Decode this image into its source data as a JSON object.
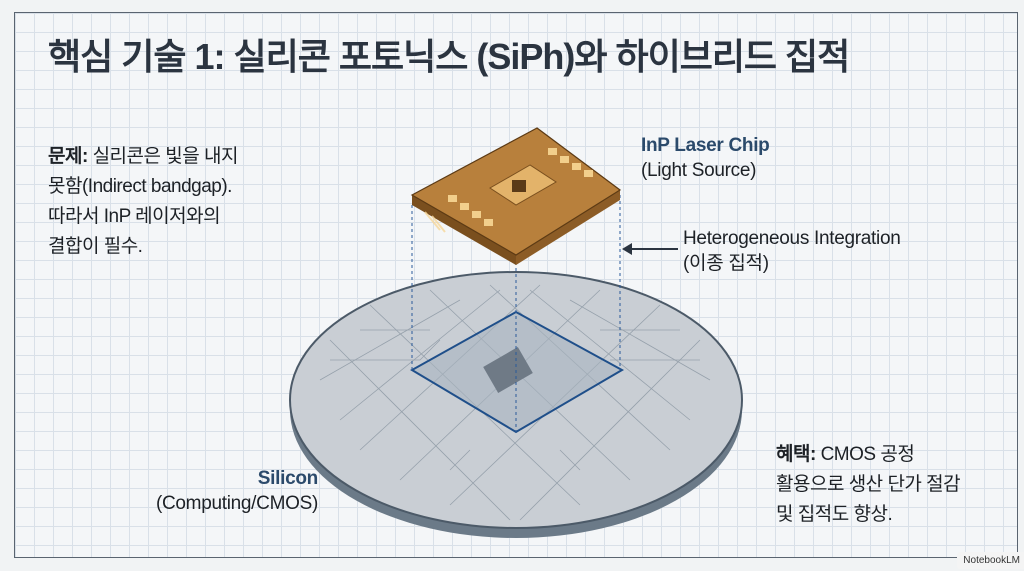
{
  "title": "핵심 기술 1: 실리콘 포토닉스 (SiPh)와 하이브리드 집적",
  "problem": {
    "label": "문제:",
    "lines": [
      "실리콘은 빛을 내지",
      "못함(Indirect bandgap).",
      "따라서 InP 레이저와의",
      "결합이 필수."
    ]
  },
  "laser_chip": {
    "title": "InP Laser Chip",
    "subtitle": "(Light Source)"
  },
  "integration": {
    "title": "Heterogeneous Integration",
    "subtitle": "(이종 집적)"
  },
  "silicon": {
    "title": "Silicon",
    "subtitle": "(Computing/CMOS)"
  },
  "benefit": {
    "label": "혜택:",
    "lines": [
      "CMOS 공정",
      "활용으로 생산 단가 절감",
      "및 집적도 향상."
    ]
  },
  "watermark": "NotebookLM",
  "colors": {
    "title": "#2b3440",
    "accent": "#2b4a6b",
    "chip": "#b07a35",
    "wafer": "#c9ced4"
  }
}
